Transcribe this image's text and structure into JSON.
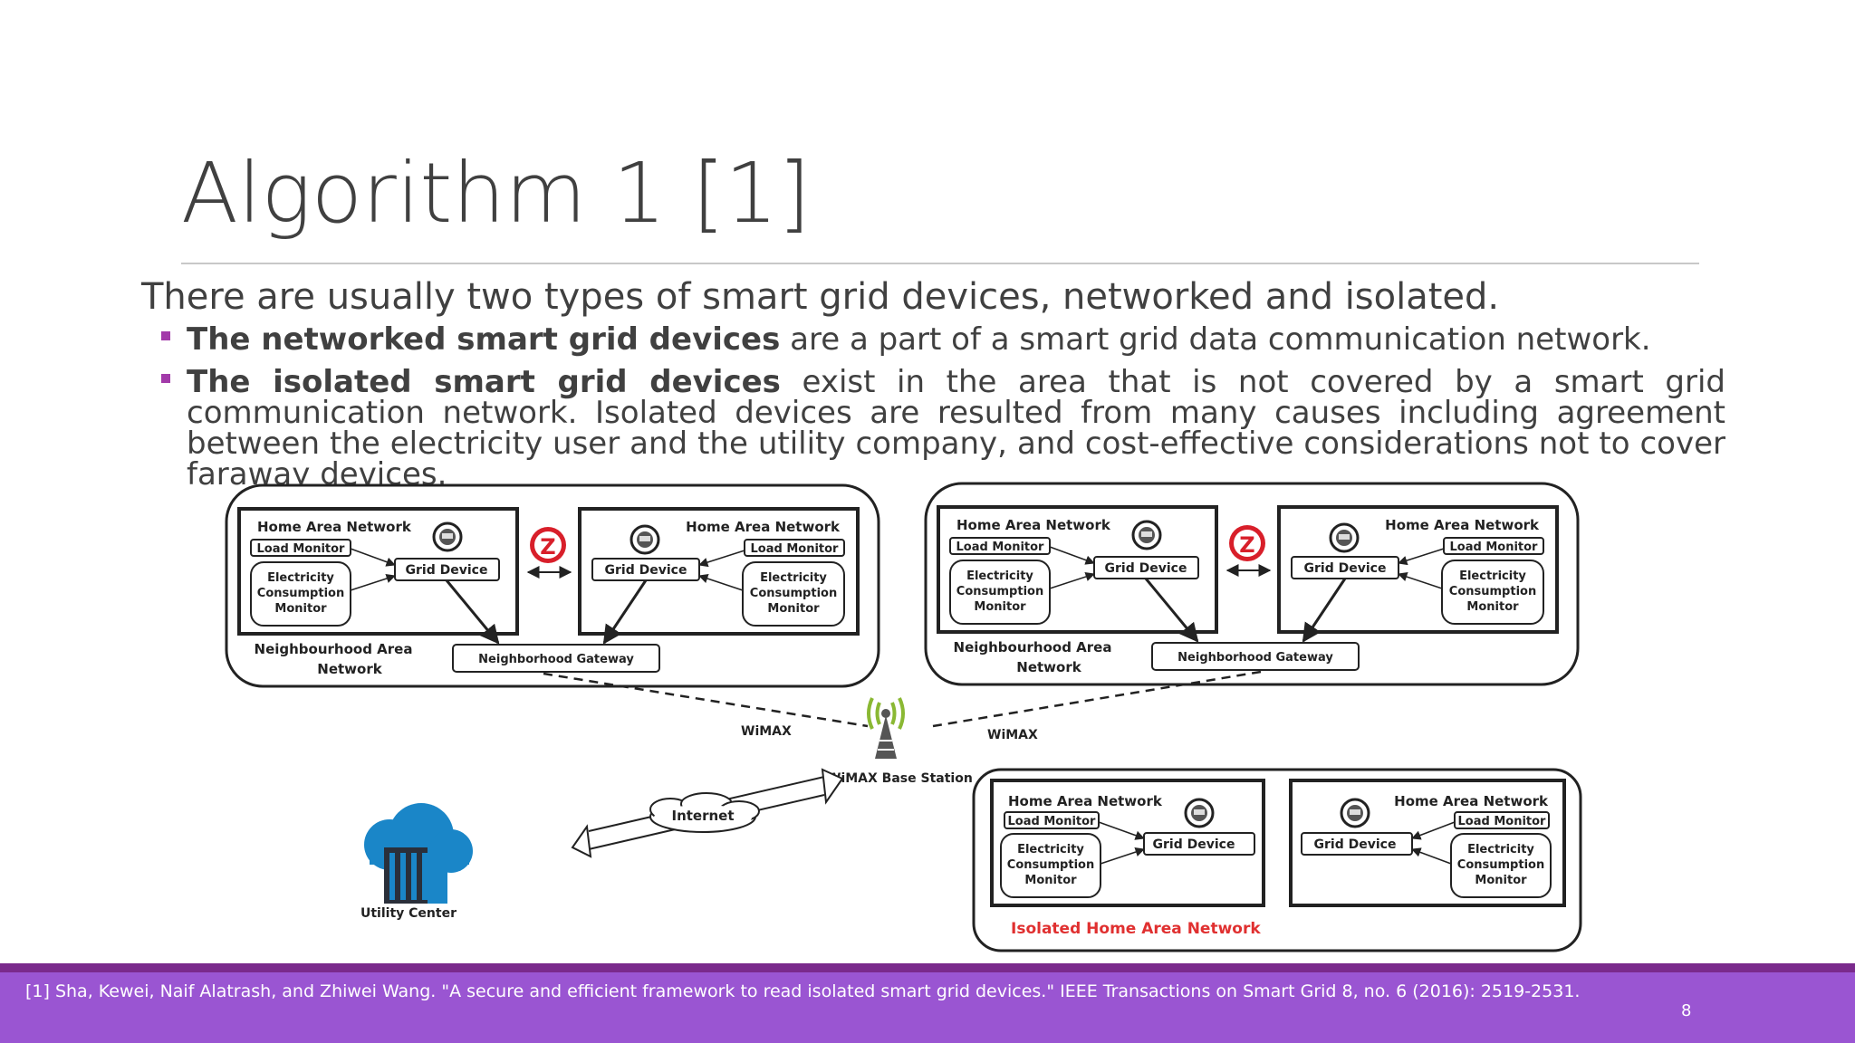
{
  "slide": {
    "title": "Algorithm 1 [1]",
    "intro": "There are usually two types of smart grid devices, networked and isolated.",
    "bullets": [
      {
        "bold": "The networked smart grid devices",
        "rest": " are a part of a smart grid data communication network."
      },
      {
        "bold": "The isolated smart grid devices",
        "rest": " exist in the area that is not covered by a smart grid communication network.  Isolated devices are resulted from many causes including agreement between the electricity user and the utility company, and cost-effective considerations not to cover faraway devices."
      }
    ],
    "footer_ref": "[1] Sha, Kewei, Naif Alatrash, and Zhiwei Wang. \"A secure and efficient framework to read isolated smart grid devices.\" IEEE Transactions on Smart Grid 8, no. 6 (2016): 2519-2531.",
    "page_number": "8"
  },
  "diagram": {
    "home_area_network": "Home Area Network",
    "load_monitor": "Load Monitor",
    "grid_device": "Grid Device",
    "consumption_line1": "Electricity",
    "consumption_line2": "Consumption",
    "consumption_line3": "Monitor",
    "nan_line1": "Neighbourhood Area",
    "nan_line2": "Network",
    "gateway": "Neighborhood Gateway",
    "wimax": "WiMAX",
    "base_station": "WiMAX Base Station",
    "internet": "Internet",
    "utility_center": "Utility Center",
    "isolated_han": "Isolated Home Area Network",
    "zigbee_glyph": "Z"
  },
  "colors": {
    "accent": "#a23aa9",
    "footer_bg": "#9a55d2",
    "isolated_label": "#e03030",
    "cloud": "#1a86c8",
    "wimax_green": "#8ab833"
  }
}
